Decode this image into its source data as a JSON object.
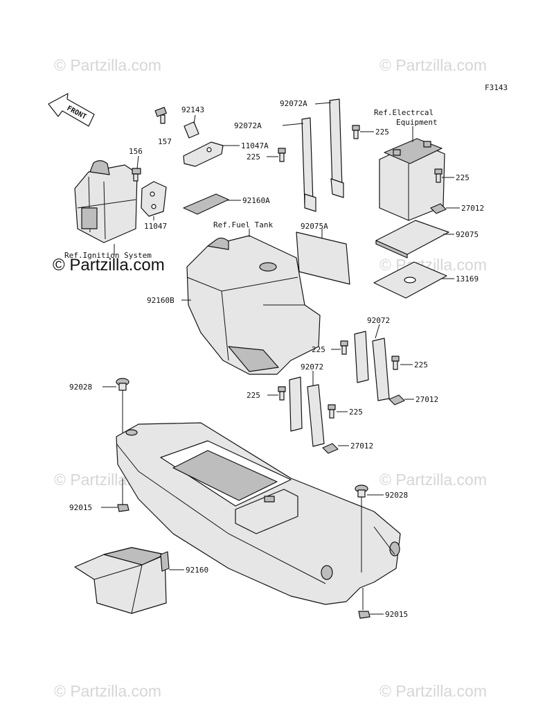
{
  "figure_code": "F3143",
  "front_label": "FRONT",
  "watermark": "© Partzilla.com",
  "references": {
    "ignition": "Ref.Ignition System",
    "fuel_tank": "Ref.Fuel Tank",
    "electrical_line1": "Ref.Electrcal",
    "electrical_line2": "Equipment"
  },
  "part_labels": [
    "92143",
    "157",
    "11047A",
    "156",
    "11047",
    "92160A",
    "92072A",
    "92072A",
    "225",
    "225",
    "225",
    "92075A",
    "27012",
    "92075",
    "13169",
    "92160B",
    "92072",
    "225",
    "225",
    "27012",
    "92072",
    "225",
    "225",
    "27012",
    "92028",
    "92015",
    "92028",
    "92015",
    "92160"
  ]
}
